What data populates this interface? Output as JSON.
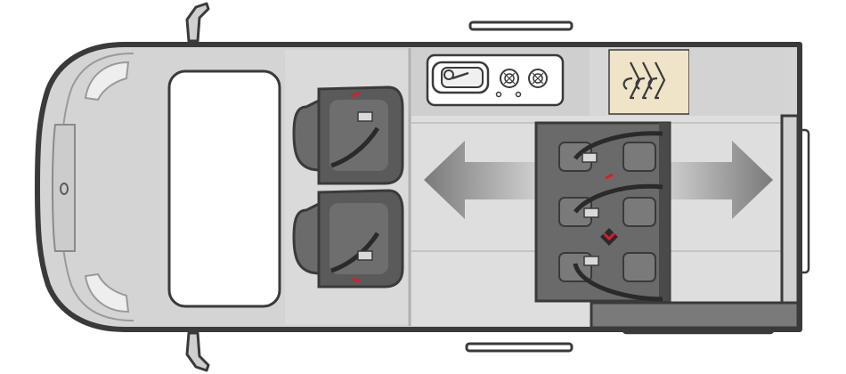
{
  "layout": {
    "type": "campervan floor plan (top view)",
    "colors": {
      "body": "#d2d2d2",
      "outline": "#3a3a3a",
      "floor": "#dcdcdc",
      "seat": "#6a6a6a",
      "seat_dark": "#4a4a4a",
      "wardrobe": "#efe3c8",
      "arrow": "#7d7d7d",
      "belt_accent": "#d81e2a"
    },
    "items": [
      {
        "id": "cab-front-seats",
        "count": 2
      },
      {
        "id": "kitchen-sink",
        "count": 1
      },
      {
        "id": "hob-burner",
        "count": 2
      },
      {
        "id": "wardrobe-hangers",
        "count": 3
      },
      {
        "id": "rear-bench-seats",
        "count": 3
      },
      {
        "id": "sliding-rail",
        "direction": "left-right"
      }
    ]
  }
}
